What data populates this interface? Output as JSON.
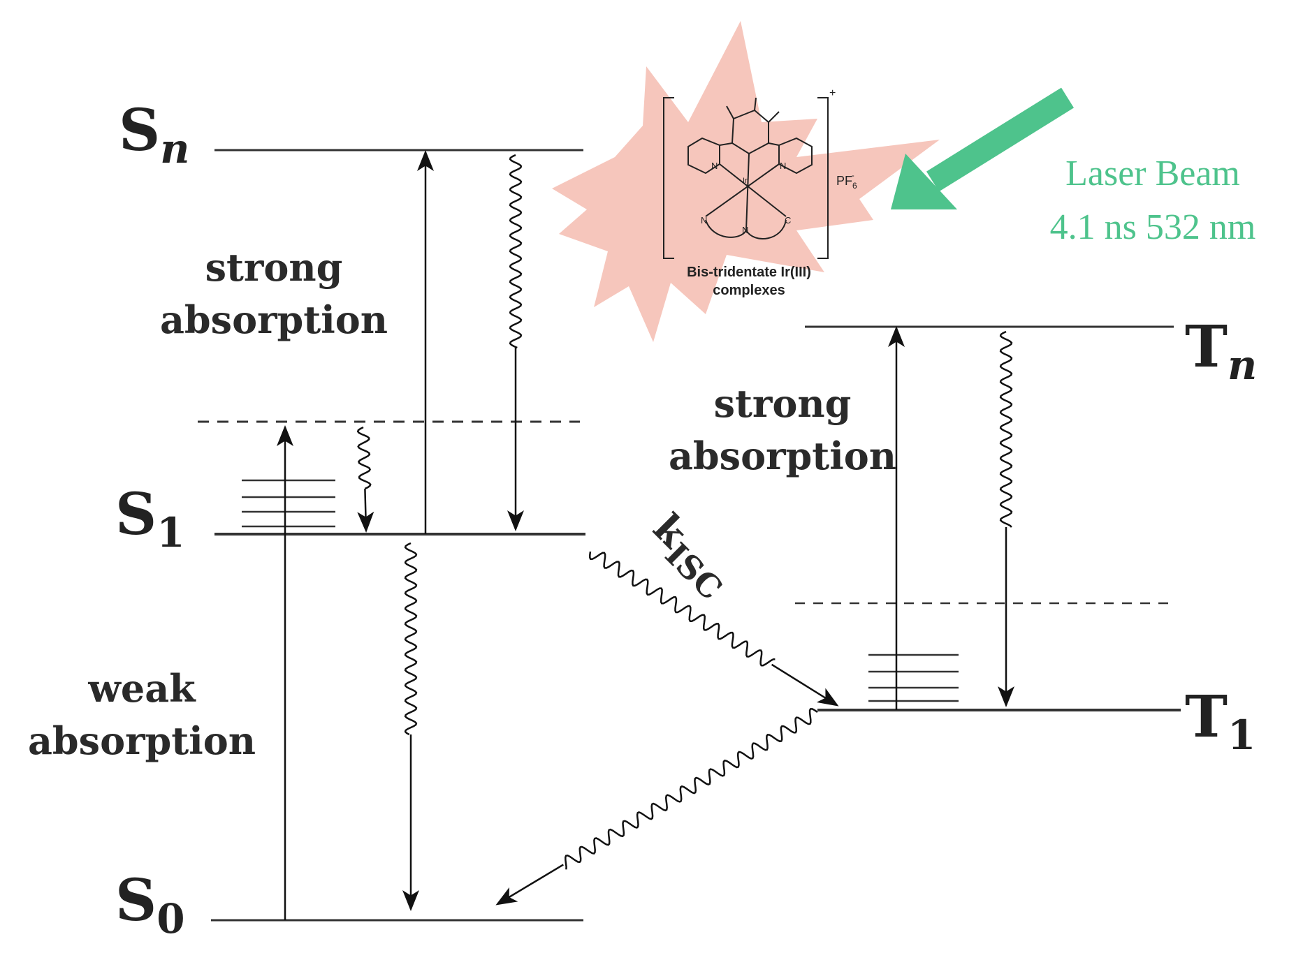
{
  "levels": {
    "s_n": {
      "label": "S",
      "sub": "n"
    },
    "s_1": {
      "label": "S",
      "sub": "1"
    },
    "s_0": {
      "label": "S",
      "sub": "0"
    },
    "t_n": {
      "label": "T",
      "sub": "n"
    },
    "t_1": {
      "label": "T",
      "sub": "1"
    }
  },
  "labels": {
    "singlet_strong": [
      "strong",
      "absorption"
    ],
    "triplet_strong": [
      "strong",
      "absorption"
    ],
    "weak": [
      "weak",
      "absorption"
    ],
    "kisc_main": "k",
    "kisc_sub": "ISC"
  },
  "laser": {
    "line1": "Laser Beam",
    "line2": "4.1 ns 532 nm",
    "color": "#4ec38c"
  },
  "molecule": {
    "caption_line1": "Bis-tridentate Ir(III)",
    "caption_line2": "complexes",
    "counterion": "PF",
    "counterion_sub": "6",
    "counterion_sup": "-",
    "charge": "+",
    "atom_n": "N",
    "atom_ir": "Ir",
    "atom_c": "C",
    "burst_color": "#f6c6bc"
  }
}
